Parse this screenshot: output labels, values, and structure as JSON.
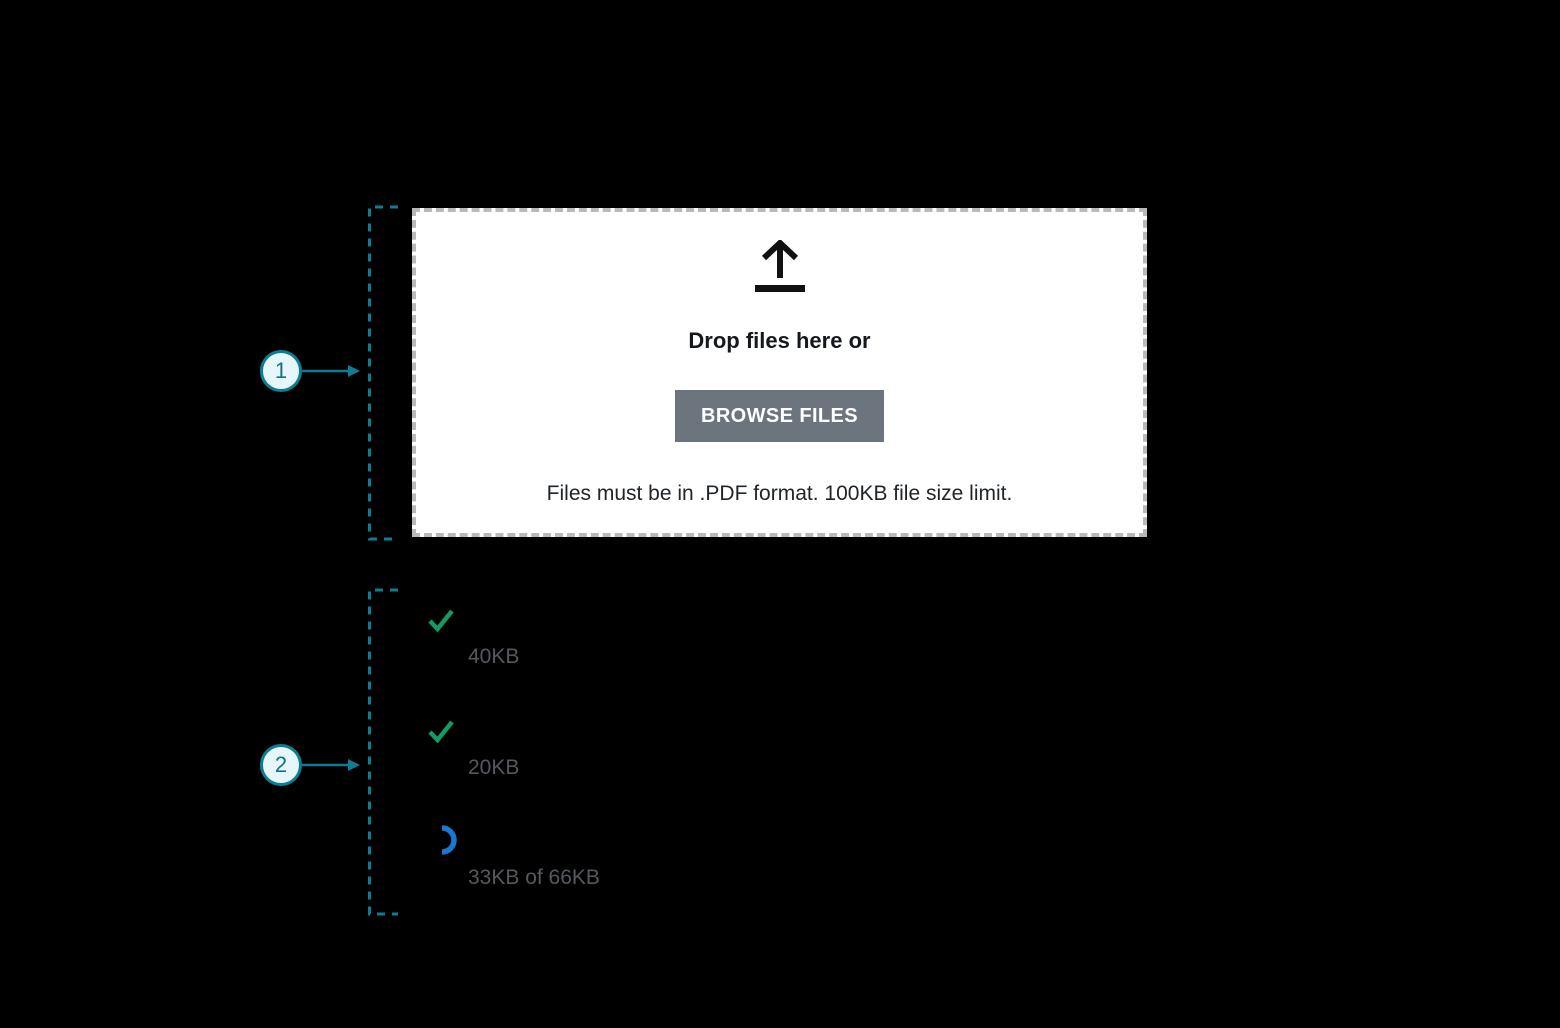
{
  "annotations": {
    "callout_1": {
      "number": "1",
      "points_to": "drop-zone"
    },
    "callout_2": {
      "number": "2",
      "points_to": "file-upload-status-list"
    }
  },
  "dropzone": {
    "icon": "upload-icon",
    "title": "Drop files here or",
    "button_label": "BROWSE FILES",
    "helper_text": "Files must be in .PDF format. 100KB file size limit."
  },
  "file_list": {
    "items": [
      {
        "status": "uploaded",
        "icon": "check-icon",
        "size_label": "40KB"
      },
      {
        "status": "uploaded",
        "icon": "check-icon",
        "size_label": "20KB"
      },
      {
        "status": "uploading",
        "icon": "spinner-icon",
        "size_label": "33KB of 66KB"
      }
    ]
  },
  "colors": {
    "background": "#000000",
    "annotation_teal": "#0d7d93",
    "callout_fill": "#e6f7fc",
    "dropzone_background": "#ffffff",
    "dropzone_border_gray": "#b9b9b9",
    "button_gray": "#6c757d",
    "button_text": "#ffffff",
    "success_green": "#129b62",
    "progress_blue": "#1878d2",
    "size_text_gray": "#55595f",
    "dark_text": "#15191d"
  }
}
